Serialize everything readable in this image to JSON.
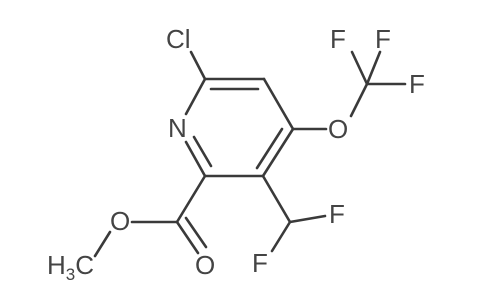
{
  "molecule": {
    "atom_labels": {
      "cl": "Cl",
      "n": "N",
      "o_ether": "O",
      "f1": "F",
      "f2": "F",
      "f3": "F",
      "f_chf2_top": "F",
      "f_chf2_bottom": "F",
      "o_carbonyl": "O",
      "o_ester": "O",
      "methyl": "H",
      "methyl_c": "C",
      "methyl_sub": "3"
    }
  }
}
